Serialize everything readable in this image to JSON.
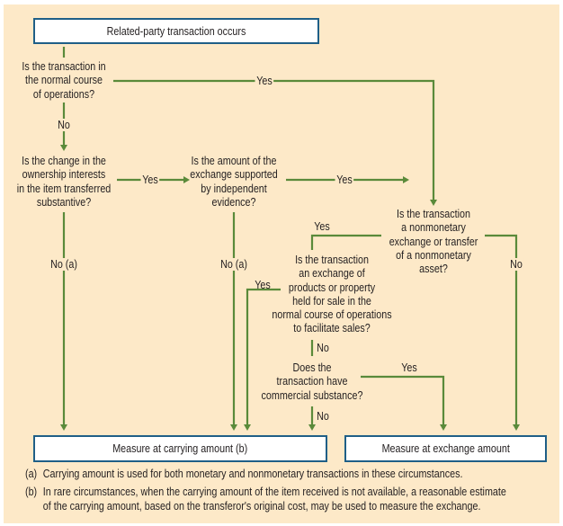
{
  "colors": {
    "background": "#fde9c8",
    "box_border": "#1f5f87",
    "connector": "#5a8a3a"
  },
  "start": "Related-party transaction occurs",
  "questions": {
    "q1": [
      "Is the transaction in",
      "the normal course",
      "of operations?"
    ],
    "q2": [
      "Is the change in the",
      "ownership interests",
      "in the item transferred",
      "substantive?"
    ],
    "q3": [
      "Is the amount of the",
      "exchange supported",
      "by independent",
      "evidence?"
    ],
    "q4": [
      "Is the transaction",
      "a nonmonetary",
      "exchange or transfer",
      "of a nonmonetary",
      "asset?"
    ],
    "q5": [
      "Is the transaction",
      "an exchange of",
      "products or property",
      "held for sale in the",
      "normal course of operations",
      "to facilitate sales?"
    ],
    "q6": [
      "Does the",
      "transaction have",
      "commercial substance?"
    ]
  },
  "labels": {
    "q1_yes": "Yes",
    "q1_no": "No",
    "q2_yes": "Yes",
    "q2_no": "No (a)",
    "q3_yes": "Yes",
    "q3_no": "No (a)",
    "q4_yes": "Yes",
    "q4_no": "No",
    "q5_yes": "Yes",
    "q5_no": "No",
    "q6_yes": "Yes",
    "q6_no": "No"
  },
  "outcomes": {
    "carrying": "Measure at carrying amount (b)",
    "exchange": "Measure at exchange amount"
  },
  "footnotes": [
    {
      "key": "(a)",
      "lines": [
        "Carrying amount is used for both monetary and nonmonetary transactions in these circumstances."
      ]
    },
    {
      "key": "(b)",
      "lines": [
        "In rare circumstances, when the carrying amount of the item received is not available, a reasonable estimate",
        "of the carrying amount, based on the transferor's original cost, may be used to measure the exchange."
      ]
    }
  ]
}
